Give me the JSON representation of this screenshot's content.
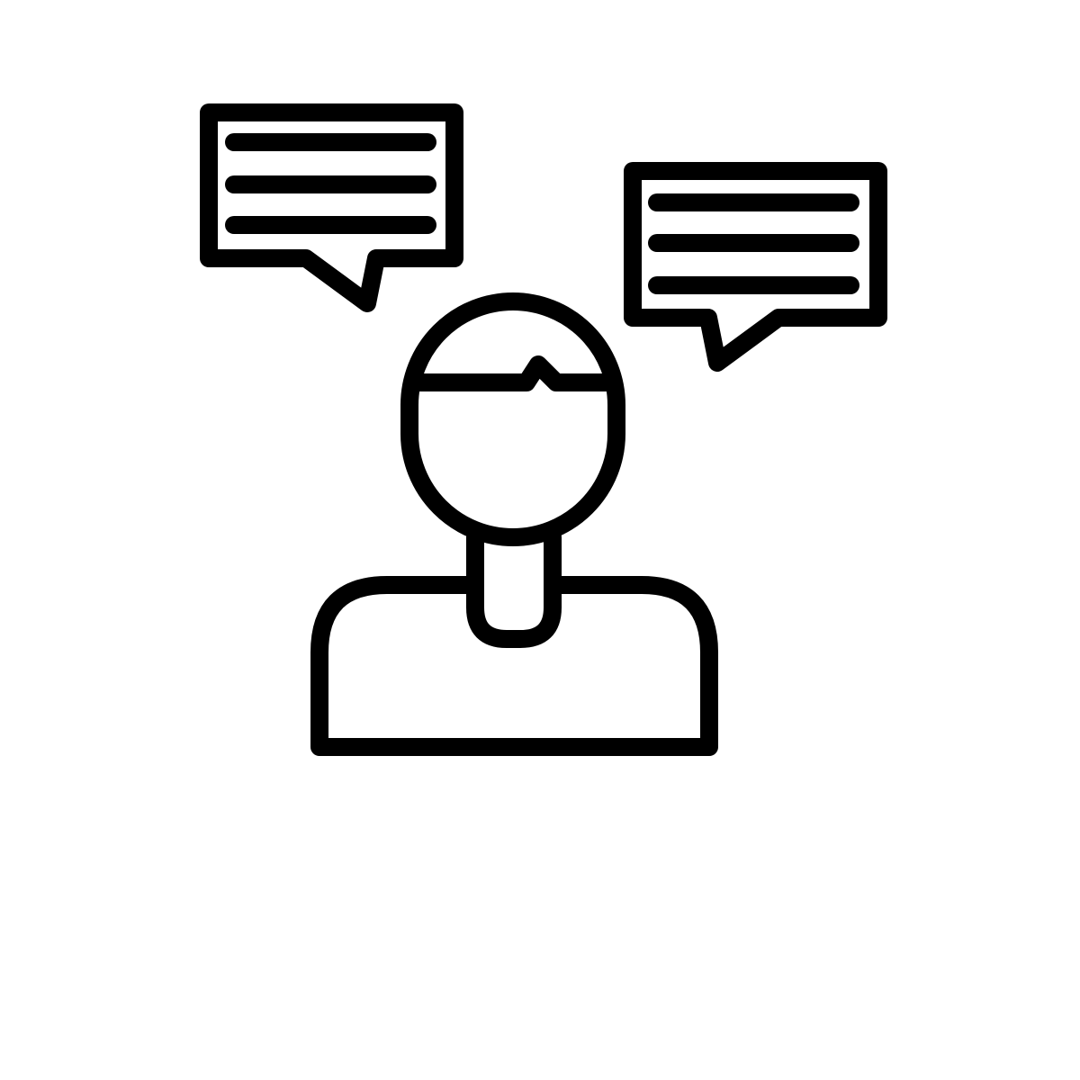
{
  "icon": {
    "name": "person-talking-with-speech-bubbles",
    "stroke_color": "#000000",
    "background_color": "#ffffff",
    "left_bubble_lines": 3,
    "right_bubble_lines": 3
  }
}
